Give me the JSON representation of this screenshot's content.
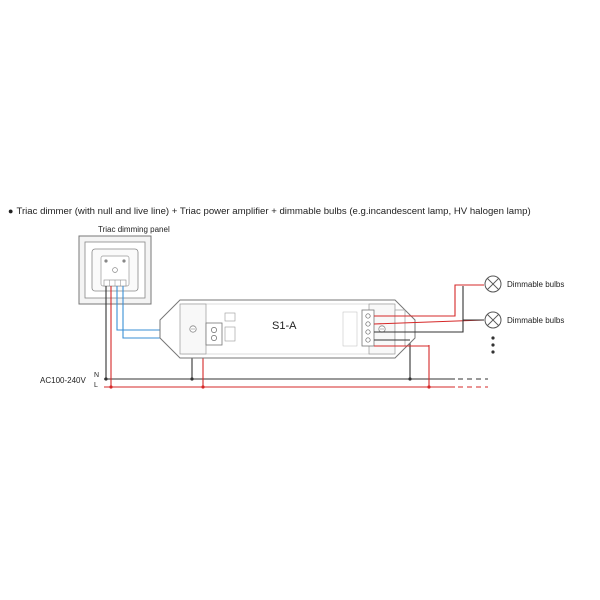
{
  "caption": {
    "bullet": "●",
    "text": "Triac dimmer (with null and live line) + Triac power amplifier + dimmable bulbs (e.g.incandescent lamp, HV halogen lamp)"
  },
  "panel": {
    "label": "Triac dimming panel"
  },
  "amplifier": {
    "model": "S1-A"
  },
  "bulbs": [
    {
      "label": "Dimmable bulbs"
    },
    {
      "label": "Dimmable bulbs"
    }
  ],
  "mains": {
    "voltage": "AC100-240V",
    "neutral": "N",
    "live": "L"
  },
  "colors": {
    "neutral_wire": "#333333",
    "live_wire": "#d62828",
    "signal_wire": "#3a8fd6",
    "device_outline": "#777777"
  }
}
